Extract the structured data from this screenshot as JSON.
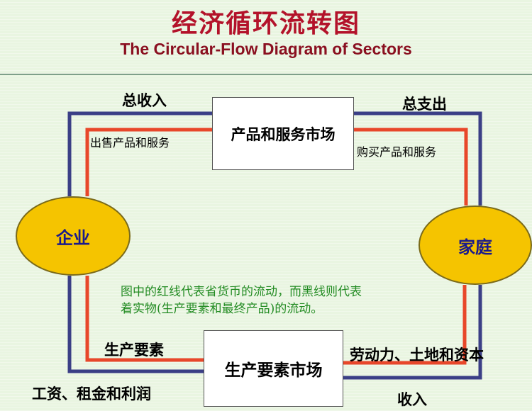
{
  "title": {
    "cn": "经济循环流转图",
    "en": "The Circular-Flow Diagram of Sectors"
  },
  "nodes": {
    "firm": "企业",
    "household": "家庭"
  },
  "markets": {
    "product": "产品和服务市场",
    "factor": "生产要素市场"
  },
  "labels": {
    "total_revenue": "总收入",
    "total_spending": "总支出",
    "sell_goods": "出售产品和服务",
    "buy_goods": "购买产品和服务",
    "factors_of_production": "生产要素",
    "labor_land_capital": "劳动力、土地和资本",
    "wages_rent_profit": "工资、租金和利润",
    "income": "收入"
  },
  "note": {
    "line1": "图中的红线代表省货币的流动，而黑线则代表",
    "line2": "着实物(生产要素和最终产品)的流动。"
  },
  "colors": {
    "money_flow": "#e8472a",
    "goods_flow": "#3b3f86",
    "node_fill": "#f5c400",
    "title": "#b3122a"
  }
}
